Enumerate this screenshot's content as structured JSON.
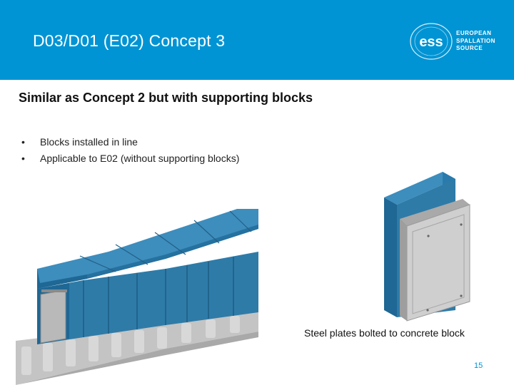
{
  "header": {
    "title": "D03/D01 (E02) Concept 3",
    "logo": {
      "mark": "ess",
      "lines": [
        "EUROPEAN",
        "SPALLATION",
        "SOURCE"
      ]
    }
  },
  "slide": {
    "subtitle": "Similar as Concept 2 but with supporting blocks",
    "bullets": [
      "Blocks installed in line",
      "Applicable to E02 (without supporting blocks)"
    ],
    "caption": "Steel plates bolted to concrete block",
    "page_number": "15"
  },
  "colors": {
    "header": "#0094d4",
    "steel_blue": "#2e7ba8",
    "concrete_gray": "#bcbcbc"
  }
}
